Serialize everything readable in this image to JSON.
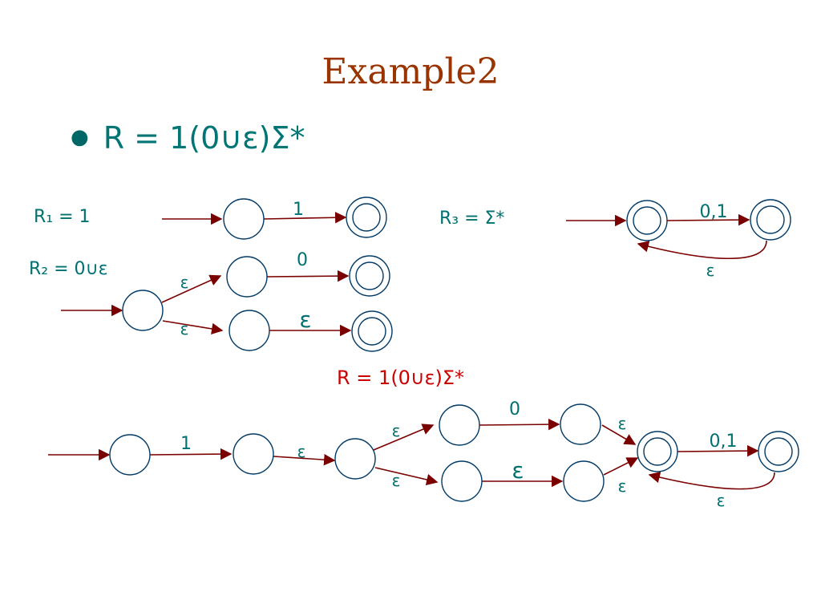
{
  "slide": {
    "title": "Example2",
    "bullet": "R = 1(0∪ε)Σ*",
    "sections": {
      "r1": {
        "label": "R₁ = 1",
        "edges": [
          "1"
        ]
      },
      "r2": {
        "label": "R₂ = 0∪ε",
        "edges": [
          "ε",
          "ε",
          "0",
          "ε"
        ]
      },
      "r3": {
        "label": "R₃ = Σ*",
        "edges": [
          "0,1",
          "ε"
        ]
      },
      "combined": {
        "label": "R = 1(0∪ε)Σ*",
        "edges": [
          "1",
          "ε",
          "ε",
          "ε",
          "0",
          "ε",
          "ε",
          "ε",
          "0,1",
          "ε"
        ]
      }
    },
    "colors": {
      "title": "#993300",
      "text": "#007070",
      "edge": "#7a0000",
      "highlight": "#cc0000",
      "state": "#003a66"
    }
  }
}
